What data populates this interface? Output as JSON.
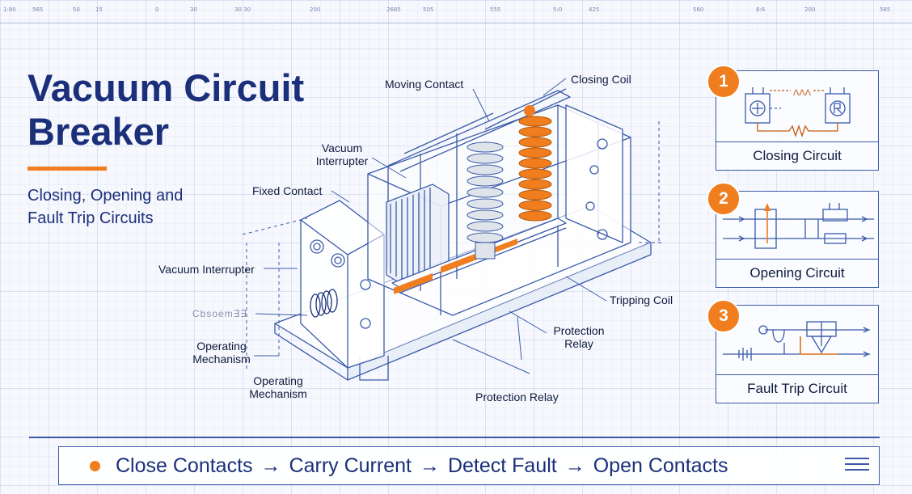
{
  "ruler_ticks": [
    "1:80",
    "565",
    "50",
    "15",
    "0",
    "30",
    "30 30",
    "200",
    "2685",
    "505",
    "555",
    "5:0",
    "425",
    "560",
    "8:6",
    "200",
    "585"
  ],
  "title": {
    "line1": "Vacuum Circuit",
    "line2": "Breaker"
  },
  "subtitle": {
    "line1": "Closing, Opening and",
    "line2": "Fault Trip Circuits"
  },
  "labels": {
    "moving_contact": "Moving Contact",
    "closing_coil": "Closing Coil",
    "vacuum_interrupter_top_1": "Vacuum",
    "vacuum_interrupter_top_2": "Interrupter",
    "fixed_contact": "Fixed Contact",
    "vacuum_interrupter_left": "Vacuum Interrupter",
    "blurred": "Cbsoem∃∃",
    "operating_mechanism_1a": "Operating",
    "operating_mechanism_1b": "Mechanism",
    "operating_mechanism_2a": "Operating",
    "operating_mechanism_2b": "Mechanism",
    "tripping_coil": "Tripping Coil",
    "protection_relay_right_1": "Protection",
    "protection_relay_right_2": "Relay",
    "protection_relay_bottom": "Protection Relay"
  },
  "cards": [
    {
      "number": "1",
      "caption": "Closing Circuit",
      "symbol": "ΛΛΛ"
    },
    {
      "number": "2",
      "caption": "Opening Circuit"
    },
    {
      "number": "3",
      "caption": "Fault Trip Circuit"
    }
  ],
  "flow": {
    "steps": [
      "Close Contacts",
      "Carry Current",
      "Detect Fault",
      "Open Contacts"
    ],
    "arrow": "→"
  },
  "colors": {
    "navy": "#1b2f7a",
    "orange": "#f07d1e",
    "line": "#3a5aa8"
  }
}
